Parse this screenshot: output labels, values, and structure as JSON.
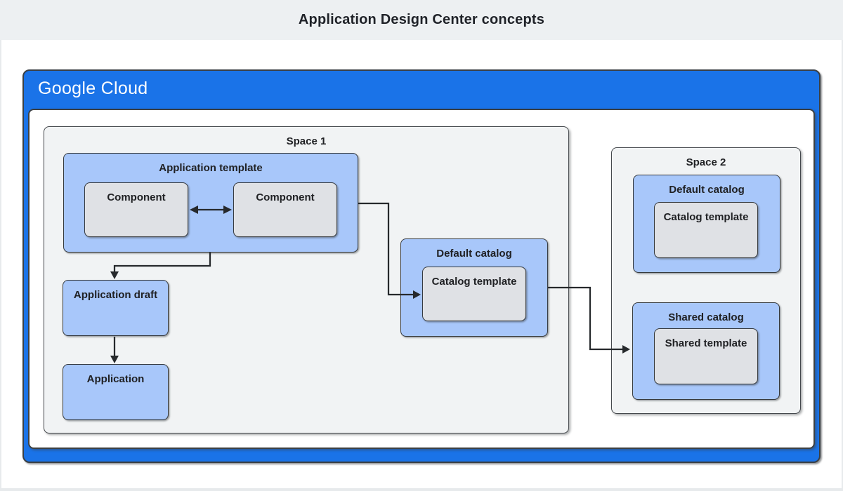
{
  "header": {
    "title": "Application Design Center concepts"
  },
  "brand": {
    "logo_text": "Google Cloud"
  },
  "colors": {
    "brand_blue": "#1a73e8",
    "box_blue": "#a8c7fa",
    "box_gray": "#dfe1e5",
    "space_background": "#f1f3f4",
    "header_background": "#edf0f2",
    "border_dark": "#3c4043",
    "connector": "#26292c",
    "text": "#202124"
  },
  "diagram": {
    "space1": {
      "label": "Space 1",
      "application_template": {
        "label": "Application template",
        "components": [
          {
            "label": "Component"
          },
          {
            "label": "Component"
          }
        ]
      },
      "application_draft": {
        "label": "Application draft"
      },
      "application": {
        "label": "Application"
      },
      "default_catalog": {
        "label": "Default catalog",
        "catalog_template": {
          "label": "Catalog template"
        }
      }
    },
    "space2": {
      "label": "Space 2",
      "default_catalog": {
        "label": "Default catalog",
        "catalog_template": {
          "label": "Catalog template"
        }
      },
      "shared_catalog": {
        "label": "Shared catalog",
        "shared_template": {
          "label": "Shared template"
        }
      }
    }
  }
}
